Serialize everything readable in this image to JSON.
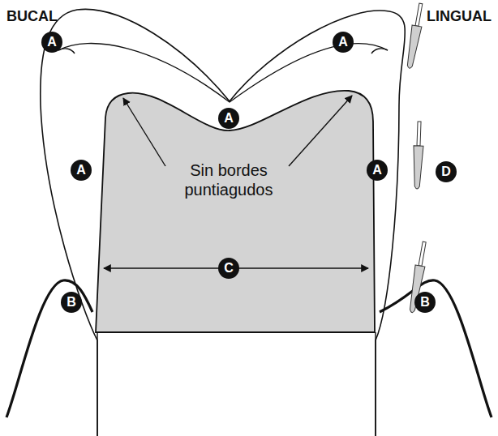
{
  "diagram": {
    "nodes": [
      {
        "text": [
          "A"
        ]
      },
      {
        "text": [
          "A"
        ]
      },
      {
        "text": [
          "A"
        ]
      },
      {
        "text": [
          "A"
        ]
      },
      {
        "text": [
          "A"
        ]
      },
      {
        "text": [
          "D"
        ]
      },
      {
        "text": [
          "C"
        ]
      },
      {
        "text": [
          "B"
        ]
      },
      {
        "text": [
          "B"
        ]
      }
    ],
    "labels": [
      "BUCAL",
      "LINGUAL",
      "Sin bordes puntiagudos"
    ]
  }
}
